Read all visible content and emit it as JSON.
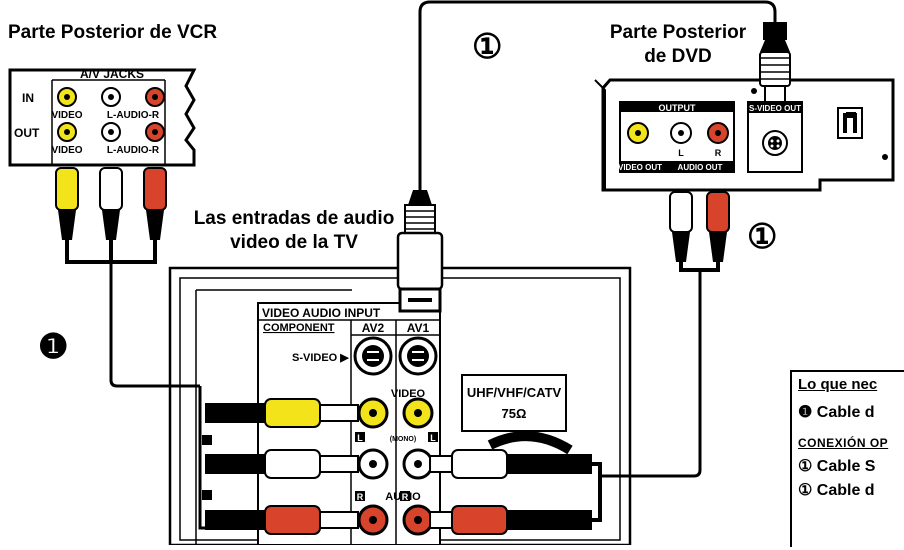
{
  "labels": {
    "vcr_back": "Parte Posterior de VCR",
    "dvd_back_line1": "Parte Posterior",
    "dvd_back_line2": "de DVD",
    "tv_inputs_line1": "Las entradas de audio",
    "tv_inputs_line2": "video de la TV",
    "cable_marker_1": "①",
    "cable_marker_2": "①",
    "step_marker": "❶"
  },
  "vcr": {
    "panel_title": "A/V JACKS",
    "in": "IN",
    "out": "OUT",
    "video_in": "VIDEO",
    "audio_in": "L-AUDIO-R",
    "video_out": "VIDEO",
    "audio_out": "L-AUDIO-R"
  },
  "dvd": {
    "output": "OUTPUT",
    "svideo_out": "S-VIDEO OUT",
    "video_out": "VIDEO OUT",
    "audio_out": "AUDIO OUT",
    "l": "L",
    "r": "R"
  },
  "tv": {
    "header": "VIDEO AUDIO INPUT",
    "component": "COMPONENT",
    "av2": "AV2",
    "av1": "AV1",
    "svideo": "S-VIDEO ▶",
    "video": "VIDEO",
    "audio": "AUDIO",
    "mono": "(MONO)",
    "l": "L",
    "r": "R",
    "uhf": "UHF/VHF/CATV",
    "ohm": "75Ω"
  },
  "legend": {
    "title": "Lo que nec",
    "item1": "❶ Cable d",
    "subtitle": "CONEXIÓN OP",
    "item2": "① Cable S",
    "item3": "① Cable d"
  },
  "colors": {
    "yellow": "#f2e31a",
    "white": "#ffffff",
    "red": "#d8432c",
    "black": "#000000"
  }
}
